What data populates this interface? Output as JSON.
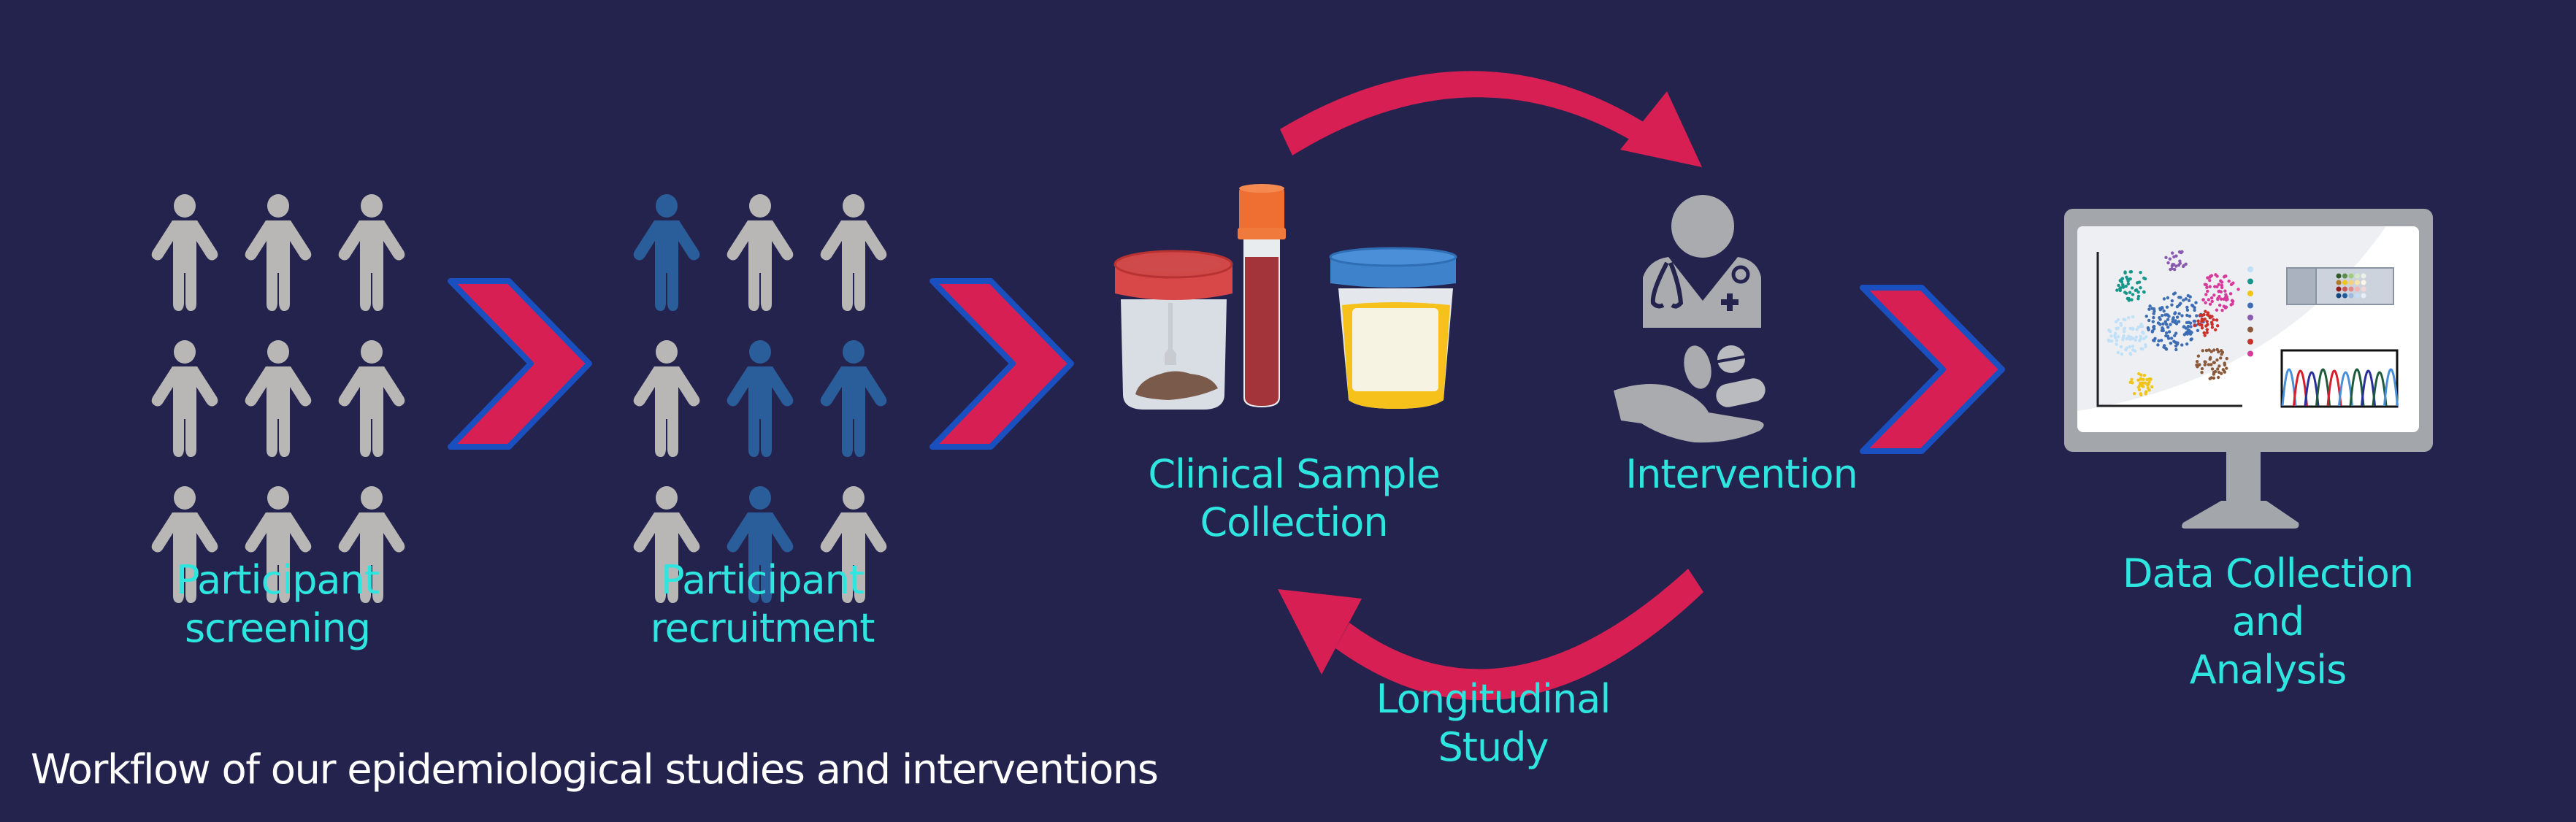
{
  "diagram": {
    "title": "Workflow of our epidemiological studies and interventions",
    "colors": {
      "background": "#24234e",
      "label_text": "#2ee6df",
      "caption_text": "#ffffff",
      "arrow": "#d81f53",
      "chevron_fill": "#d81f53",
      "chevron_border": "#1a4fc0",
      "person_neutral": "#b8b7b5",
      "person_selected": "#2a5e9a",
      "icon_gray": "#a9abaf"
    },
    "steps": [
      {
        "id": "screening",
        "label_lines": [
          "Participant",
          "screening"
        ],
        "icon": "people-grid-icon",
        "people_grid": [
          [
            "neutral",
            "neutral",
            "neutral"
          ],
          [
            "neutral",
            "neutral",
            "neutral"
          ],
          [
            "neutral",
            "neutral",
            "neutral"
          ]
        ]
      },
      {
        "id": "recruitment",
        "label_lines": [
          "Participant",
          "recruitment"
        ],
        "icon": "people-grid-icon",
        "people_grid": [
          [
            "selected",
            "neutral",
            "neutral"
          ],
          [
            "neutral",
            "selected",
            "selected"
          ],
          [
            "neutral",
            "selected",
            "neutral"
          ]
        ]
      },
      {
        "id": "sample-collection",
        "label_lines": [
          "Clinical Sample",
          "Collection"
        ],
        "icons": [
          "stool-sample-jar-icon",
          "blood-tube-icon",
          "urine-cup-icon"
        ]
      },
      {
        "id": "intervention",
        "label_lines": [
          "Intervention"
        ],
        "icons": [
          "doctor-icon",
          "hand-with-pills-icon"
        ]
      },
      {
        "id": "data-analysis",
        "label_lines": [
          "Data Collection",
          "and",
          "Analysis"
        ],
        "icon": "computer-monitor-icon",
        "screen_contents": [
          "cluster-scatter-plot",
          "cluster-legend",
          "microarray-slide",
          "sequencing-chromatogram"
        ]
      }
    ],
    "connectors": [
      {
        "type": "chevron",
        "from": "screening",
        "to": "recruitment"
      },
      {
        "type": "chevron",
        "from": "recruitment",
        "to": "sample-collection"
      },
      {
        "type": "curved-arrow",
        "from": "sample-collection",
        "to": "intervention"
      },
      {
        "type": "curved-arrow",
        "from": "intervention",
        "to": "sample-collection",
        "label_lines": [
          "Longitudinal",
          "Study"
        ]
      },
      {
        "type": "chevron",
        "from": "intervention",
        "to": "data-analysis"
      }
    ],
    "scatter_legend_colors": [
      "#bfe0f7",
      "#14978a",
      "#f0c419",
      "#3d6db5",
      "#8a5ab0",
      "#8b5a3c",
      "#c8322b",
      "#d63a9a"
    ],
    "slide_dot_colors": [
      [
        "#2f5a2a",
        "#5b8e4a",
        "#9ccc7c",
        "#d3e8c8",
        "#e9f2e3"
      ],
      [
        "#b07a2a",
        "#f0c419",
        "#f3d27a",
        "#f6e4a8",
        "#fbf6e6"
      ],
      [
        "#8e1d1d",
        "#c85656",
        "#e38a8a",
        "#efb4b4",
        "#f5d6d6"
      ],
      [
        "#15467e",
        "#1f5a9a",
        "#9eb8de",
        "#c3dcf4",
        "#e3eef9"
      ]
    ],
    "chromatogram_colors": [
      "#4a90d9",
      "#d51f2a",
      "#2a2f9a",
      "#1e5a3c"
    ]
  }
}
